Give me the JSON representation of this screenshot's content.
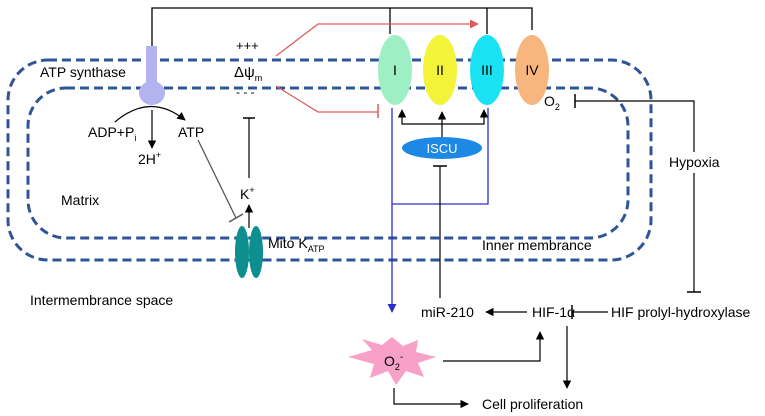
{
  "labels": {
    "atp_synthase": "ATP synthase",
    "adp_pi": "ADP+P",
    "adp_pi_sub": "i",
    "atp": "ATP",
    "h_plus": "2H",
    "h_plus_sup": "+",
    "plus_signs": "+++",
    "delta_psi": "Δψ",
    "delta_psi_sub": "m",
    "minus_signs": "- - -",
    "k_plus": "K",
    "k_plus_sup": "+",
    "mito_katp": "Mito K",
    "mito_katp_sub": "ATP",
    "matrix": "Matrix",
    "intermembrane": "Intermembrance space",
    "inner_membrane": "Inner membrance",
    "complex_i": "I",
    "complex_ii": "II",
    "complex_iii": "III",
    "complex_iv": "IV",
    "o2": "O",
    "o2_sub": "2",
    "iscu": "ISCU",
    "hypoxia": "Hypoxia",
    "mir210": "miR-210",
    "hif1a": "HIF-1α",
    "hif_phd": "HIF prolyl-hydroxylase",
    "superoxide": "O",
    "superoxide_sub": "2",
    "superoxide_sup": "-",
    "cell_prolif": "Cell proliferation"
  },
  "colors": {
    "membrane": "#2f5597",
    "complex_i": "#9ef0c4",
    "complex_ii": "#f3f33a",
    "complex_iii": "#19e3f2",
    "complex_iv": "#f7b67d",
    "iscu": "#1e88e5",
    "atp_synthase": "#b3b3f0",
    "channel": "#0e8f8f",
    "superoxide": "#f7a0c8",
    "red_line": "#e05a5a",
    "blue_line": "#2d2dc8"
  }
}
